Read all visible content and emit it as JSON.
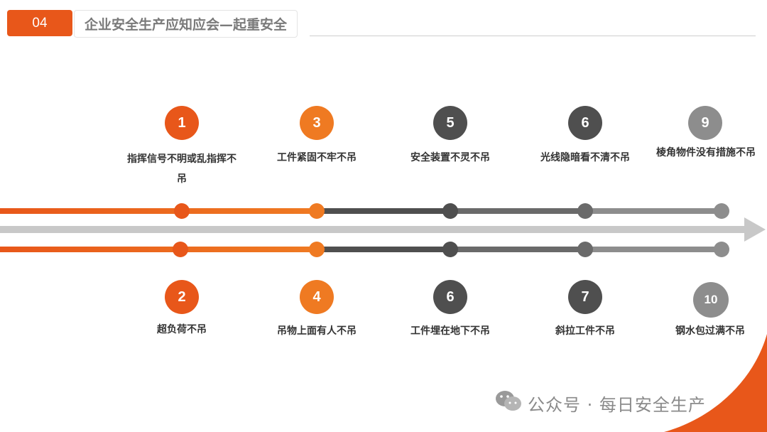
{
  "header": {
    "number": "04",
    "title": "企业安全生产应知应会—起重安全"
  },
  "colors": {
    "orange": "#e8571a",
    "orange_light": "#ef7a22",
    "dark": "#4f4f4f",
    "mid": "#6a6a6a",
    "light": "#8d8d8d",
    "arrow": "#c8c8c8"
  },
  "top_items": [
    {
      "number": "1",
      "label": "指挥信号不明或乱指挥不吊"
    },
    {
      "number": "3",
      "label": "工件紧固不牢不吊"
    },
    {
      "number": "5",
      "label": "安全装置不灵不吊"
    },
    {
      "number": "6",
      "label": "光线隐暗看不清不吊"
    },
    {
      "number": "9",
      "label": "棱角物件没有措施不吊"
    }
  ],
  "bottom_items": [
    {
      "number": "2",
      "label": "超负荷不吊"
    },
    {
      "number": "4",
      "label": "吊物上面有人不吊"
    },
    {
      "number": "6",
      "label": "工件埋在地下不吊"
    },
    {
      "number": "7",
      "label": "斜拉工件不吊"
    },
    {
      "number": "10",
      "label": "钢水包过满不吊"
    }
  ],
  "watermark": {
    "text": "公众号 · 每日安全生产",
    "icon": "wechat-icon"
  }
}
